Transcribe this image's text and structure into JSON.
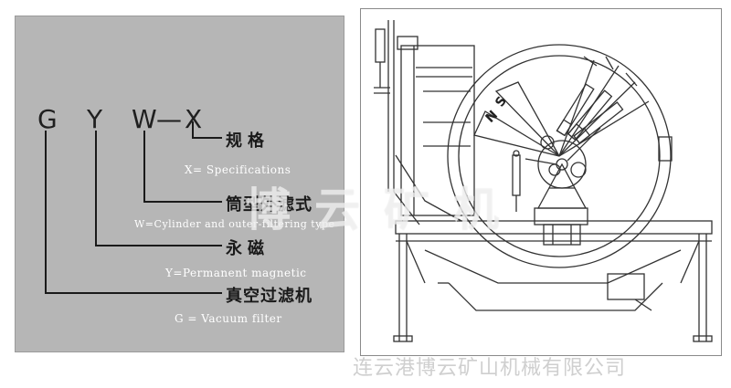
{
  "model_code": {
    "letters": [
      "G",
      "Y",
      "W",
      "—",
      "X"
    ]
  },
  "legend": {
    "items": [
      {
        "zh": "规格",
        "en": "X= Specifications"
      },
      {
        "zh": "筒型外滤式",
        "en": "W=Cylinder and outer-filtering type"
      },
      {
        "zh": "永磁",
        "en": "Y=Permanent magnetic"
      },
      {
        "zh": "真空过滤机",
        "en": "G = Vacuum filter"
      }
    ]
  },
  "drawing": {
    "magnet_letters": [
      "N",
      "S"
    ]
  },
  "watermark": {
    "text": "博云矿机"
  },
  "footer": {
    "text": "连云港博云矿山机械有限公司"
  },
  "colors": {
    "panel_bg": "#b6b6b6",
    "line": "#1a1a1a",
    "drawing_line": "#333333"
  }
}
